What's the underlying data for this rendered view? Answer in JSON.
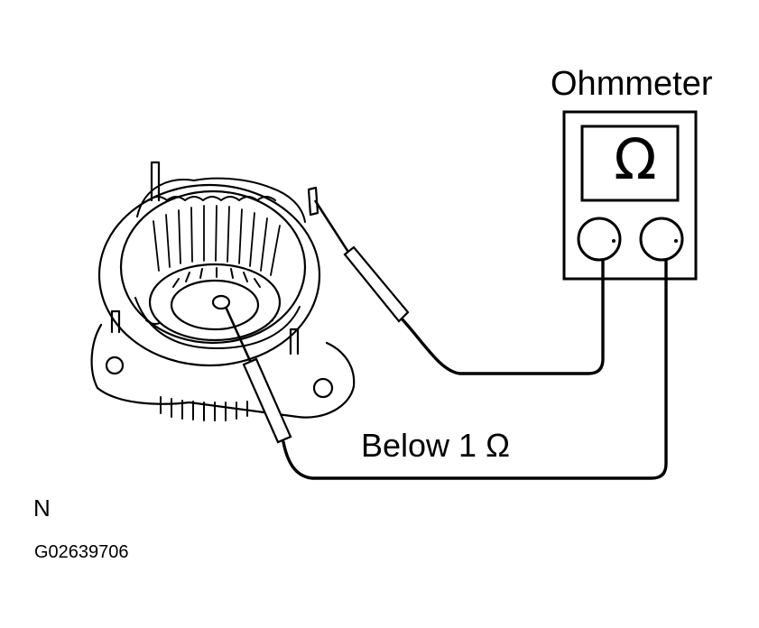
{
  "meter": {
    "label": "Ohmmeter",
    "symbol": "Ω"
  },
  "measurement": {
    "label": "Below 1 Ω"
  },
  "figure": {
    "view_letter": "N",
    "code": "G02639706"
  },
  "colors": {
    "ink": "#000000",
    "paper": "#ffffff"
  }
}
